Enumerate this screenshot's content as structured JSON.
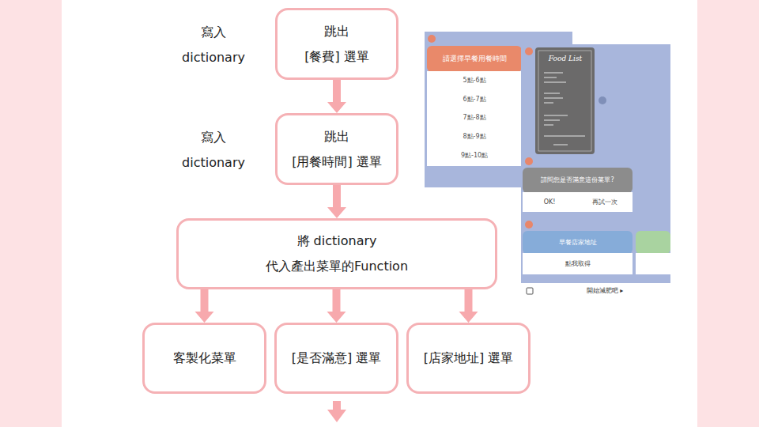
{
  "diagram": {
    "nodes": [
      {
        "text": [
          "跳出",
          "[餐費] 選單"
        ]
      },
      {
        "text": [
          "跳出",
          "[用餐時間] 選單"
        ]
      },
      {
        "text": [
          "將 dictionary",
          "代入產出菜單的Function"
        ]
      },
      {
        "text": [
          "客製化菜單"
        ]
      },
      {
        "text": [
          "[是否滿意] 選單"
        ]
      },
      {
        "text": [
          "[店家地址] 選單"
        ]
      }
    ],
    "edges": [
      {
        "from": 0,
        "to": 1,
        "arrow": "to"
      },
      {
        "from": 1,
        "to": 2,
        "arrow": "to"
      },
      {
        "from": 2,
        "to": 3,
        "arrow": "to"
      },
      {
        "from": 2,
        "to": 4,
        "arrow": "to"
      },
      {
        "from": 2,
        "to": 5,
        "arrow": "to"
      }
    ],
    "labels": [
      "寫入 dictionary",
      "寫入 dictionary",
      "請選擇早餐用餐時間",
      "5點-6點",
      "6點-7點",
      "7點-8點",
      "8點-9點",
      "9點-10點",
      "Food List",
      "請問您是否滿意這份菜單?",
      "OK!",
      "再試一次",
      "早餐店家地址",
      "點我取得",
      "開始減肥吧 ▸"
    ]
  }
}
